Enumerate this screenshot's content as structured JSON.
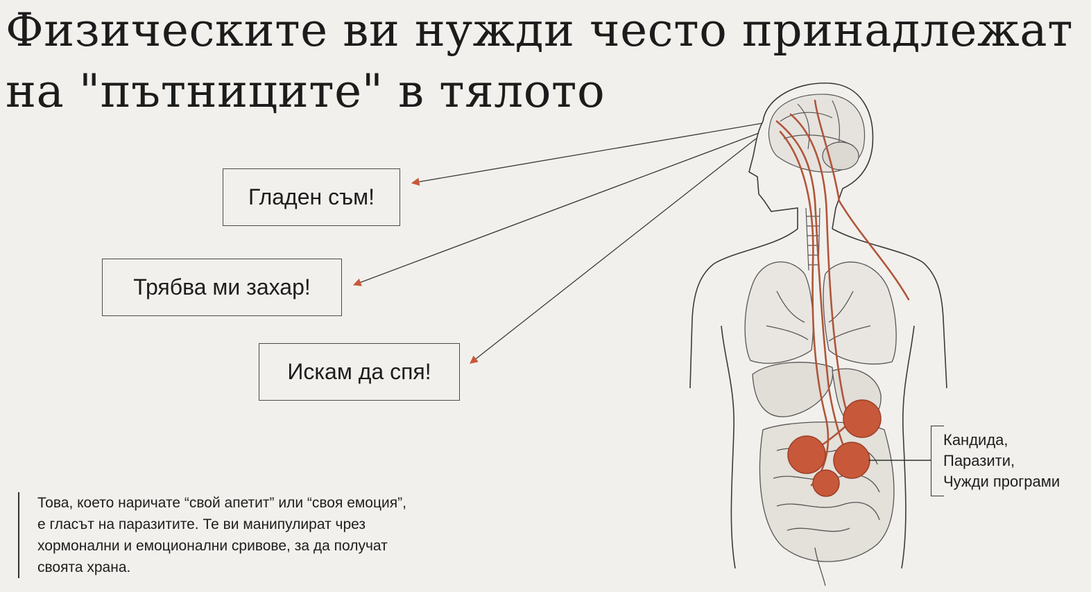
{
  "title": {
    "line1": "Физическите ви нужди често принадлежат",
    "line2": "на \"пътниците\" в тялото"
  },
  "boxes": {
    "hungry": "Гладен съм!",
    "sugar": "Трябва ми захар!",
    "sleep": "Искам да спя!"
  },
  "side_label": {
    "line1": "Кандида,",
    "line2": "Паразити,",
    "line3": "Чужди програми"
  },
  "caption": {
    "line1": "Това, което наричате “свой апетит” или “своя емоция”,",
    "line2": "е гласът на паразитите. Те ви манипулират чрез",
    "line3": "хормонални и емоционални сривове, за да получат",
    "line4": "своята храна."
  },
  "colors": {
    "background": "#f2f0ec",
    "accent": "#c8583a",
    "ink": "#1d1d1d"
  }
}
